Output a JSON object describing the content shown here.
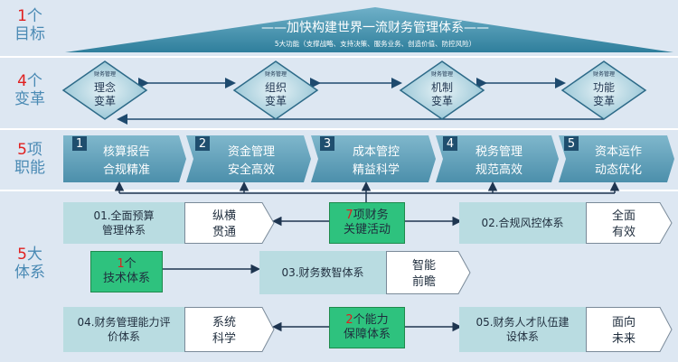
{
  "rows": {
    "goal": {
      "num": "1",
      "suffix": "个",
      "line2": "目标"
    },
    "reform": {
      "num": "4",
      "suffix": "个",
      "line2": "变革"
    },
    "duty": {
      "num": "5",
      "suffix": "项",
      "line2": "职能"
    },
    "system": {
      "num": "5",
      "suffix": "大",
      "line2": "体系"
    }
  },
  "goal": {
    "title": "——加快构建世界一流财务管理体系——",
    "subtitle": "5大功能（支撑战略、支持决策、服务业务、创造价值、防控风险）"
  },
  "reforms": [
    {
      "small": "财务管理",
      "line1": "理念",
      "line2": "变革"
    },
    {
      "small": "财务管理",
      "line1": "组织",
      "line2": "变革"
    },
    {
      "small": "财务管理",
      "line1": "机制",
      "line2": "变革"
    },
    {
      "small": "财务管理",
      "line1": "功能",
      "line2": "变革"
    }
  ],
  "functions": [
    {
      "num": "1",
      "line1": "核算报告",
      "line2": "合规精准"
    },
    {
      "num": "2",
      "line1": "资金管理",
      "line2": "安全高效"
    },
    {
      "num": "3",
      "line1": "成本管控",
      "line2": "精益科学"
    },
    {
      "num": "4",
      "line1": "税务管理",
      "line2": "规范高效"
    },
    {
      "num": "5",
      "line1": "资本运作",
      "line2": "动态优化"
    }
  ],
  "systems": {
    "s01": {
      "name_line1": "01.全面预算",
      "name_line2": "管理体系",
      "tag_line1": "纵横",
      "tag_line2": "贯通"
    },
    "s02": {
      "name": "02.合规风控体系",
      "tag_line1": "全面",
      "tag_line2": "有效"
    },
    "s03": {
      "name": "03.财务数智体系",
      "tag_line1": "智能",
      "tag_line2": "前瞻"
    },
    "s04": {
      "name_line1": "04.财务管理能力评",
      "name_line2": "价体系",
      "tag_line1": "系统",
      "tag_line2": "科学"
    },
    "s05": {
      "name_line1": "05.财务人才队伍建",
      "name_line2": "设体系",
      "tag_line1": "面向",
      "tag_line2": "未来"
    },
    "key": {
      "num": "7",
      "line1_rest": "项财务",
      "line2": "关键活动"
    },
    "tech": {
      "num": "1",
      "line1_rest": "个",
      "line2": "技术体系"
    },
    "support": {
      "num": "2",
      "line1_rest": "个能力",
      "line2": "保障体系"
    }
  },
  "colors": {
    "band": "#dde7f2",
    "label": "#4a8ab4",
    "accent_red": "#e02020",
    "chevron": "#5e9fb8",
    "teal": "#b9dce1",
    "green": "#2ec27e",
    "arrow": "#1e4a6e"
  }
}
